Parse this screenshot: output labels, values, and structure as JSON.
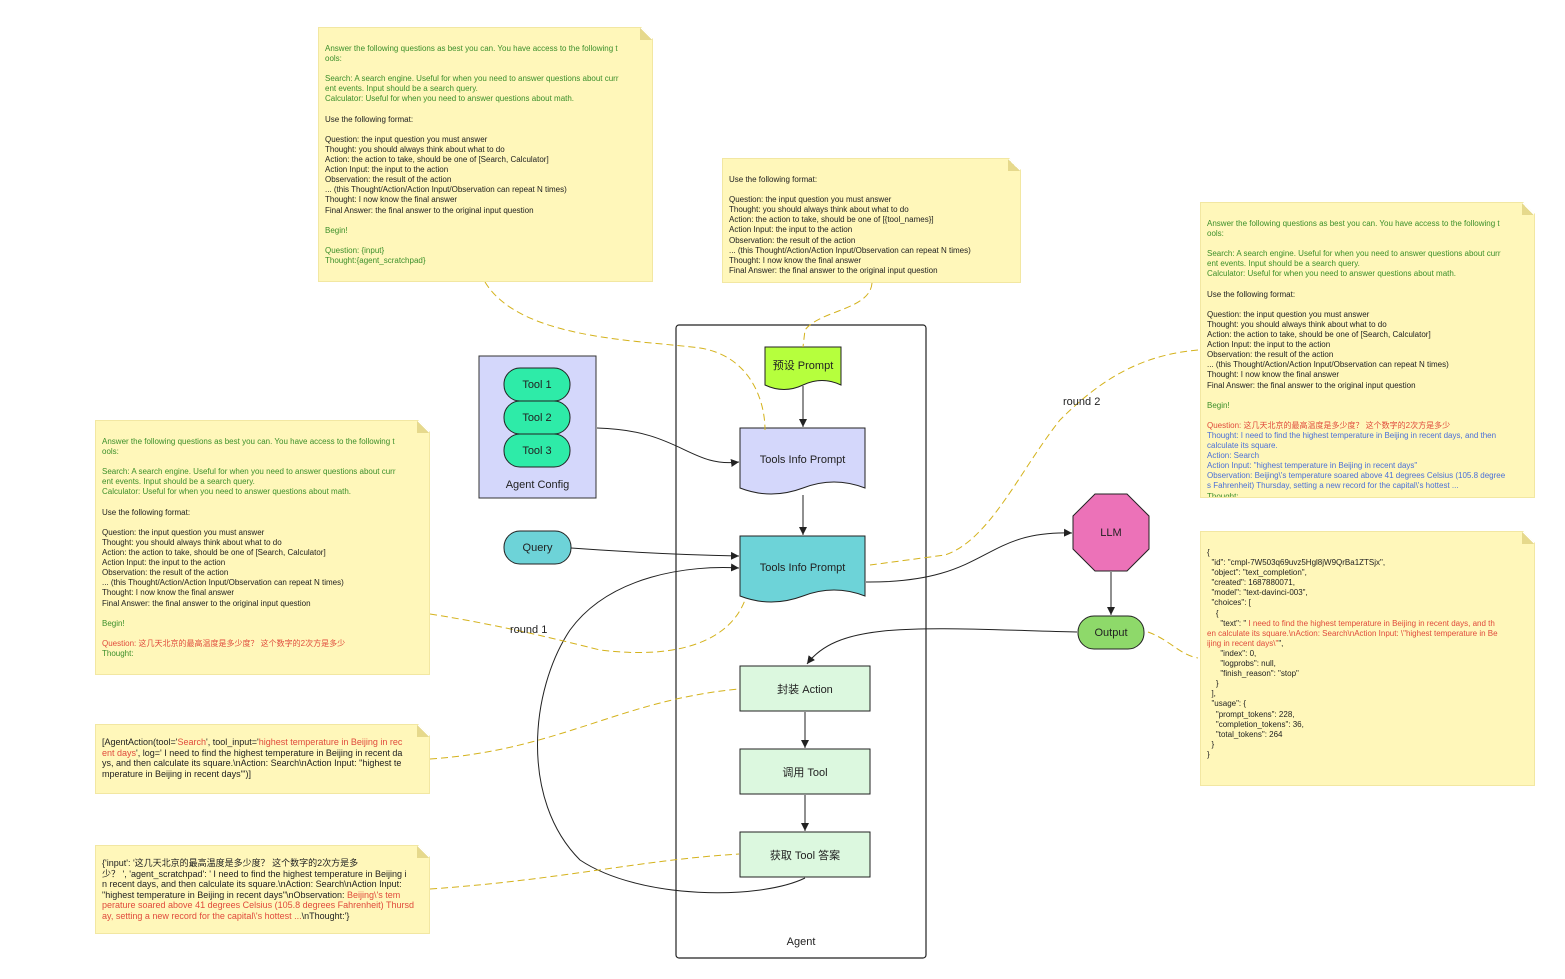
{
  "colors": {
    "note_bg": "#fff7ba",
    "green_text": "#3c8f2b",
    "red_text": "#e04b3c",
    "blue_text": "#4a6fd8",
    "preset_prompt": "#b6ff3d",
    "tools_info_1": "#d4d7fb",
    "tools_info_2": "#6dd3d8",
    "tool_pill": "#2eeba8",
    "query": "#6dd3d8",
    "llm": "#ec72b8",
    "output": "#8ed96a",
    "step_box": "#dcf8df",
    "connector": "#d4b21c"
  },
  "nodes": {
    "agent_container": "Agent",
    "agent_config": "Agent Config",
    "tool1": "Tool 1",
    "tool2": "Tool 2",
    "tool3": "Tool 3",
    "preset_prompt": "预设 Prompt",
    "tools_info_prompt_1": "Tools Info Prompt",
    "tools_info_prompt_2": "Tools Info Prompt",
    "query": "Query",
    "llm": "LLM",
    "output": "Output",
    "wrap_action": "封装 Action",
    "call_tool": "调用 Tool",
    "get_answer": "获取 Tool 答案"
  },
  "labels": {
    "round1": "round 1",
    "round2": "round 2"
  },
  "notes": {
    "top_template": [
      {
        "c": "g",
        "t": "Answer the following questions as best you can. You have access to the following t"
      },
      {
        "c": "g",
        "t": "ools:"
      },
      {
        "c": "g",
        "t": ""
      },
      {
        "c": "g",
        "t": "Search: A search engine. Useful for when you need to answer questions about curr"
      },
      {
        "c": "g",
        "t": "ent events. Input should be a search query."
      },
      {
        "c": "g",
        "t": "Calculator: Useful for when you need to answer questions about math."
      },
      {
        "c": "k",
        "t": ""
      },
      {
        "c": "k",
        "t": "Use the following format:"
      },
      {
        "c": "k",
        "t": ""
      },
      {
        "c": "k",
        "t": "Question: the input question you must answer"
      },
      {
        "c": "k",
        "t": "Thought: you should always think about what to do"
      },
      {
        "c": "k",
        "t": "Action: the action to take, should be one of [Search, Calculator]"
      },
      {
        "c": "k",
        "t": "Action Input: the input to the action"
      },
      {
        "c": "k",
        "t": "Observation: the result of the action"
      },
      {
        "c": "k",
        "t": "... (this Thought/Action/Action Input/Observation can repeat N times)"
      },
      {
        "c": "k",
        "t": "Thought: I now know the final answer"
      },
      {
        "c": "k",
        "t": "Final Answer: the final answer to the original input question"
      },
      {
        "c": "k",
        "t": ""
      },
      {
        "c": "g",
        "t": "Begin!"
      },
      {
        "c": "g",
        "t": ""
      },
      {
        "c": "g",
        "t": "Question: {input}"
      },
      {
        "c": "g",
        "t": "Thought:{agent_scratchpad}"
      }
    ],
    "format_template": [
      {
        "c": "k",
        "t": "Use the following format:"
      },
      {
        "c": "k",
        "t": ""
      },
      {
        "c": "k",
        "t": "Question: the input question you must answer"
      },
      {
        "c": "k",
        "t": "Thought: you should always think about what to do"
      },
      {
        "c": "k",
        "t": "Action: the action to take, should be one of [{tool_names}]"
      },
      {
        "c": "k",
        "t": "Action Input: the input to the action"
      },
      {
        "c": "k",
        "t": "Observation: the result of the action"
      },
      {
        "c": "k",
        "t": "... (this Thought/Action/Action Input/Observation can repeat N times)"
      },
      {
        "c": "k",
        "t": "Thought: I now know the final answer"
      },
      {
        "c": "k",
        "t": "Final Answer: the final answer to the original input question"
      }
    ],
    "round1_prompt": [
      {
        "c": "g",
        "t": "Answer the following questions as best you can. You have access to the following t"
      },
      {
        "c": "g",
        "t": "ools:"
      },
      {
        "c": "g",
        "t": ""
      },
      {
        "c": "g",
        "t": "Search: A search engine. Useful for when you need to answer questions about curr"
      },
      {
        "c": "g",
        "t": "ent events. Input should be a search query."
      },
      {
        "c": "g",
        "t": "Calculator: Useful for when you need to answer questions about math."
      },
      {
        "c": "k",
        "t": ""
      },
      {
        "c": "k",
        "t": "Use the following format:"
      },
      {
        "c": "k",
        "t": ""
      },
      {
        "c": "k",
        "t": "Question: the input question you must answer"
      },
      {
        "c": "k",
        "t": "Thought: you should always think about what to do"
      },
      {
        "c": "k",
        "t": "Action: the action to take, should be one of [Search, Calculator]"
      },
      {
        "c": "k",
        "t": "Action Input: the input to the action"
      },
      {
        "c": "k",
        "t": "Observation: the result of the action"
      },
      {
        "c": "k",
        "t": "... (this Thought/Action/Action Input/Observation can repeat N times)"
      },
      {
        "c": "k",
        "t": "Thought: I now know the final answer"
      },
      {
        "c": "k",
        "t": "Final Answer: the final answer to the original input question"
      },
      {
        "c": "k",
        "t": ""
      },
      {
        "c": "g",
        "t": "Begin!"
      },
      {
        "c": "g",
        "t": ""
      },
      {
        "c": "r",
        "t": "Question: 这几天北京的最高温度是多少度？ 这个数字的2次方是多少"
      },
      {
        "c": "g",
        "t": "Thought:"
      }
    ],
    "round2_prompt": [
      {
        "c": "g",
        "t": "Answer the following questions as best you can. You have access to the following t"
      },
      {
        "c": "g",
        "t": "ools:"
      },
      {
        "c": "g",
        "t": ""
      },
      {
        "c": "g",
        "t": "Search: A search engine. Useful for when you need to answer questions about curr"
      },
      {
        "c": "g",
        "t": "ent events. Input should be a search query."
      },
      {
        "c": "g",
        "t": "Calculator: Useful for when you need to answer questions about math."
      },
      {
        "c": "k",
        "t": ""
      },
      {
        "c": "k",
        "t": "Use the following format:"
      },
      {
        "c": "k",
        "t": ""
      },
      {
        "c": "k",
        "t": "Question: the input question you must answer"
      },
      {
        "c": "k",
        "t": "Thought: you should always think about what to do"
      },
      {
        "c": "k",
        "t": "Action: the action to take, should be one of [Search, Calculator]"
      },
      {
        "c": "k",
        "t": "Action Input: the input to the action"
      },
      {
        "c": "k",
        "t": "Observation: the result of the action"
      },
      {
        "c": "k",
        "t": "... (this Thought/Action/Action Input/Observation can repeat N times)"
      },
      {
        "c": "k",
        "t": "Thought: I now know the final answer"
      },
      {
        "c": "k",
        "t": "Final Answer: the final answer to the original input question"
      },
      {
        "c": "k",
        "t": ""
      },
      {
        "c": "g",
        "t": "Begin!"
      },
      {
        "c": "g",
        "t": ""
      },
      {
        "c": "r",
        "t": "Question: 这几天北京的最高温度是多少度？ 这个数字的2次方是多少"
      },
      {
        "c": "b",
        "t": "Thought: I need to find the highest temperature in Beijing in recent days, and then"
      },
      {
        "c": "b",
        "t": "calculate its square."
      },
      {
        "c": "b",
        "t": "Action: Search"
      },
      {
        "c": "b",
        "t": "Action Input: \"highest temperature in Beijing in recent days\""
      },
      {
        "c": "b",
        "t": "Observation: Beijing\\'s temperature soared above 41 degrees Celsius (105.8 degree"
      },
      {
        "c": "b",
        "t": "s Fahrenheit) Thursday, setting a new record for the capital\\'s hottest ..."
      },
      {
        "c": "g",
        "t": "Thought:"
      }
    ],
    "llm_response": [
      {
        "c": "k",
        "t": "{"
      },
      {
        "c": "k",
        "t": "  \"id\": \"cmpl-7W503q69uvz5Hgl8jW9QrBa1ZTSjx\","
      },
      {
        "c": "k",
        "t": "  \"object\": \"text_completion\","
      },
      {
        "c": "k",
        "t": "  \"created\": 1687880071,"
      },
      {
        "c": "k",
        "t": "  \"model\": \"text-davinci-003\","
      },
      {
        "c": "k",
        "t": "  \"choices\": ["
      },
      {
        "c": "k",
        "t": "    {"
      },
      {
        "segs": [
          {
            "c": "k",
            "t": "      \"text\": \""
          },
          {
            "c": "r",
            "t": " I need to find the highest temperature in Beijing in recent days, and th"
          }
        ]
      },
      {
        "c": "r",
        "t": "en calculate its square.\\nAction: Search\\nAction Input: \\\"highest temperature in Be"
      },
      {
        "segs": [
          {
            "c": "r",
            "t": "ijing in recent days\\\""
          },
          {
            "c": "k",
            "t": "\","
          }
        ]
      },
      {
        "c": "k",
        "t": "      \"index\": 0,"
      },
      {
        "c": "k",
        "t": "      \"logprobs\": null,"
      },
      {
        "c": "k",
        "t": "      \"finish_reason\": \"stop\""
      },
      {
        "c": "k",
        "t": "    }"
      },
      {
        "c": "k",
        "t": "  ],"
      },
      {
        "c": "k",
        "t": "  \"usage\": {"
      },
      {
        "c": "k",
        "t": "    \"prompt_tokens\": 228,"
      },
      {
        "c": "k",
        "t": "    \"completion_tokens\": 36,"
      },
      {
        "c": "k",
        "t": "    \"total_tokens\": 264"
      },
      {
        "c": "k",
        "t": "  }"
      },
      {
        "c": "k",
        "t": "}"
      }
    ],
    "agent_action": [
      {
        "segs": [
          {
            "c": "k",
            "t": "[AgentAction(tool='"
          },
          {
            "c": "r",
            "t": "Search"
          },
          {
            "c": "k",
            "t": "', tool_input='"
          },
          {
            "c": "r",
            "t": "highest temperature in Beijing in rec"
          }
        ]
      },
      {
        "segs": [
          {
            "c": "r",
            "t": "ent days"
          },
          {
            "c": "k",
            "t": "', log=' I need to find the highest temperature in Beijing in recent da"
          }
        ]
      },
      {
        "c": "k",
        "t": "ys, and then calculate its square.\\nAction: Search\\nAction Input: \"highest te"
      },
      {
        "c": "k",
        "t": "mperature in Beijing in recent days\"')]"
      }
    ],
    "tool_answer": [
      {
        "c": "k",
        "t": "{'input': '这几天北京的最高温度是多少度？ 这个数字的2次方是多"
      },
      {
        "c": "k",
        "t": "少？ ', 'agent_scratchpad': ' I need to find the highest temperature in Beijing i"
      },
      {
        "c": "k",
        "t": "n recent days, and then calculate its square.\\nAction: Search\\nAction Input:"
      },
      {
        "segs": [
          {
            "c": "k",
            "t": "\"highest temperature in Beijing in recent days\"\\nObservation: "
          },
          {
            "c": "r",
            "t": "Beijing\\'s tem"
          }
        ]
      },
      {
        "c": "r",
        "t": "perature soared above 41 degrees Celsius (105.8 degrees Fahrenheit) Thursd"
      },
      {
        "segs": [
          {
            "c": "r",
            "t": "ay, setting a new record for the capital\\'s hottest ..."
          },
          {
            "c": "k",
            "t": "\\nThought:'}"
          }
        ]
      }
    ]
  }
}
